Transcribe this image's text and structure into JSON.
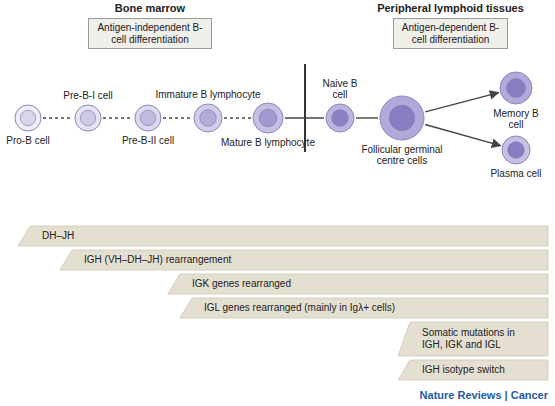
{
  "diagram": {
    "nodes": [
      {
        "text": [
          "Bone marrow",
          "Antigen-independent B-cell differentiation"
        ]
      },
      {
        "text": [
          "Peripheral lymphoid tissues",
          "Antigen-dependent B-cell differentiation"
        ]
      },
      {
        "text": [
          "Pro-B cell"
        ]
      },
      {
        "text": [
          "Pre-B-I cell"
        ]
      },
      {
        "text": [
          "Pre-B-II cell"
        ]
      },
      {
        "text": [
          "Immature B lymphocyte"
        ]
      },
      {
        "text": [
          "Mature B lymphocyte"
        ]
      },
      {
        "text": [
          "Naive B cell"
        ]
      },
      {
        "text": [
          "Follicular germinal centre cells"
        ]
      },
      {
        "text": [
          "Memory B cell"
        ]
      },
      {
        "text": [
          "Plasma cell"
        ]
      },
      {
        "text": [
          "DH–JH"
        ]
      },
      {
        "text": [
          "IGH (VH–DH–JH) rearrangement"
        ]
      },
      {
        "text": [
          "IGK genes rearranged"
        ]
      },
      {
        "text": [
          "IGL genes rearranged (mainly in Igλ+ cells)"
        ]
      },
      {
        "text": [
          "Somatic mutations in IGH, IGK and IGL"
        ]
      },
      {
        "text": [
          "IGH isotype switch"
        ]
      }
    ],
    "edges": [
      {
        "from": 2,
        "to": 3,
        "arrow": "none"
      },
      {
        "from": 3,
        "to": 4,
        "arrow": "none"
      },
      {
        "from": 4,
        "to": 5,
        "arrow": "none"
      },
      {
        "from": 5,
        "to": 6,
        "arrow": "none"
      },
      {
        "from": 6,
        "to": 7,
        "arrow": "none"
      },
      {
        "from": 7,
        "to": 8,
        "arrow": "none"
      },
      {
        "from": 8,
        "to": 9,
        "arrow": "to"
      },
      {
        "from": 8,
        "to": 10,
        "arrow": "to"
      }
    ],
    "labels": [
      "Nature Reviews | Cancer"
    ]
  }
}
